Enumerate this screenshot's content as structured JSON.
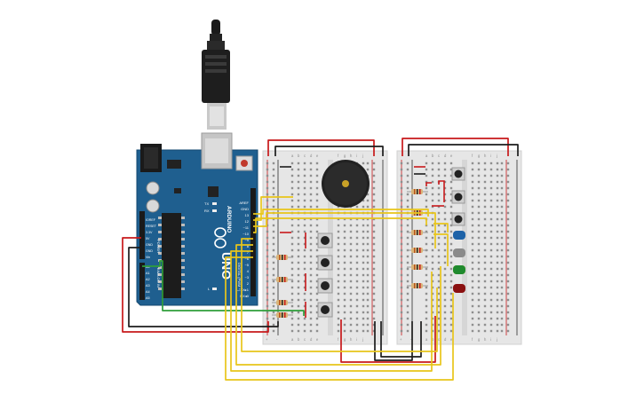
{
  "canvas": {
    "background": "#ffffff"
  },
  "arduino": {
    "board_color": "#1f5f8f",
    "logo_text": "ARDUINO",
    "model_text": "UNO",
    "power_labels": [
      "IOREF",
      "RESET",
      "3.3V",
      "5V",
      "GND",
      "GND",
      "Vin"
    ],
    "power_section_label": "POWER",
    "analog_labels": [
      "A0",
      "A1",
      "A2",
      "A3",
      "A4",
      "A5"
    ],
    "analog_section_label": "ANALOG IN",
    "digital_labels": [
      "AREF",
      "GND",
      "13",
      "12",
      "~11",
      "~10",
      "~9",
      "8",
      "7",
      "~6",
      "~5",
      "4",
      "~3",
      "2",
      "TX▸1",
      "RX◂0"
    ],
    "digital_section_label": "DIGITAL (PWM ~)",
    "tx_label": "TX",
    "rx_label": "RX",
    "l_label": "L"
  },
  "breadboards": {
    "column_letters_left": [
      "a",
      "b",
      "c",
      "d",
      "e"
    ],
    "column_letters_right": [
      "f",
      "g",
      "h",
      "i",
      "j"
    ],
    "rail_plus": "+",
    "rail_minus": "-"
  },
  "components": {
    "buzzer_color": "#222222",
    "pushbuttons": 4,
    "pushbuttons_board2": 3,
    "led_colors": [
      "#1e63a8",
      "#8a8a8a",
      "#d7c21a",
      "#1f8a2e",
      "#8a1010"
    ],
    "resistor_count_board1": 4,
    "resistor_count_board2": 6
  },
  "wire_colors": {
    "red": "#c8191b",
    "black": "#1c1c1c",
    "yellow": "#e8c51a",
    "green": "#2e9e3a"
  }
}
